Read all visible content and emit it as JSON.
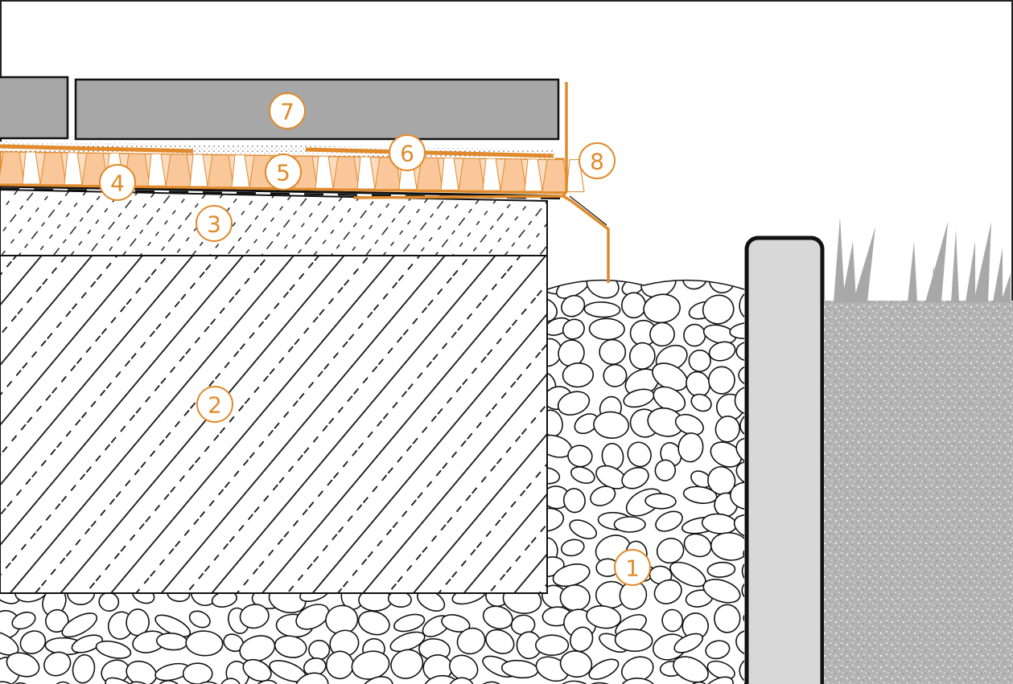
{
  "callouts": [
    {
      "id": "1",
      "label": "1"
    },
    {
      "id": "2",
      "label": "2"
    },
    {
      "id": "3",
      "label": "3"
    },
    {
      "id": "4",
      "label": "4"
    },
    {
      "id": "5",
      "label": "5"
    },
    {
      "id": "6",
      "label": "6"
    },
    {
      "id": "7",
      "label": "7"
    },
    {
      "id": "8",
      "label": "8"
    }
  ],
  "colors": {
    "accent": "#e08a2c",
    "tile": "#a7a7a7",
    "curb": "#d8d8d8",
    "soil": "#b3b3b3",
    "outline": "#1a1a1a"
  }
}
